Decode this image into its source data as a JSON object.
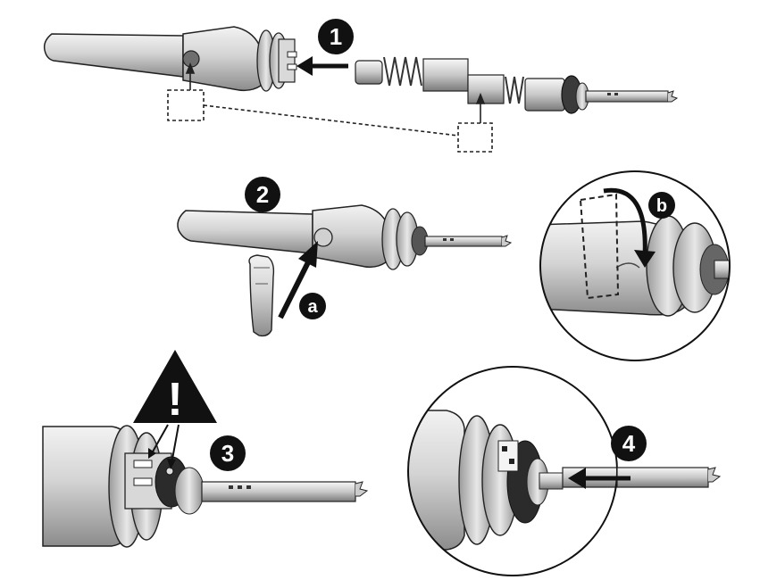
{
  "steps": [
    {
      "id": "1",
      "label": "1"
    },
    {
      "id": "2",
      "label": "2"
    },
    {
      "id": "3",
      "label": "3"
    },
    {
      "id": "4",
      "label": "4"
    }
  ],
  "substeps": [
    {
      "id": "a",
      "label": "a"
    },
    {
      "id": "b",
      "label": "b"
    }
  ],
  "warning": {
    "symbol": "!"
  },
  "colors": {
    "ink": "#1a1a1a",
    "metal_light": "#e6e6e6",
    "metal_mid": "#b9b9b9",
    "metal_dark": "#7d7d7d",
    "badge": "#111111"
  }
}
